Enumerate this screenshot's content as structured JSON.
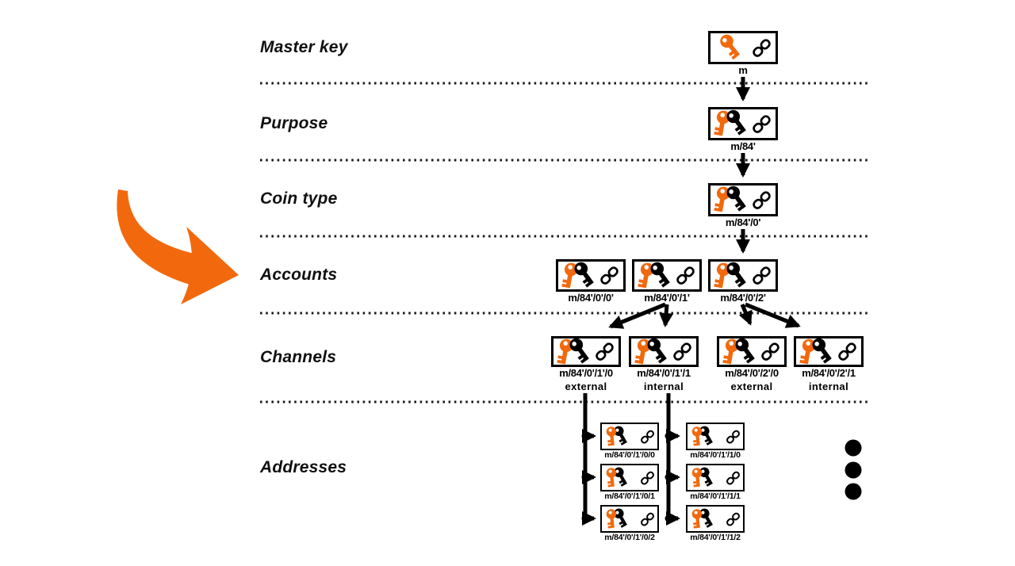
{
  "rows": [
    {
      "id": "master-key",
      "label": "Master key"
    },
    {
      "id": "purpose",
      "label": "Purpose"
    },
    {
      "id": "coin-type",
      "label": "Coin type"
    },
    {
      "id": "accounts",
      "label": "Accounts"
    },
    {
      "id": "channels",
      "label": "Channels"
    },
    {
      "id": "addresses",
      "label": "Addresses"
    }
  ],
  "nodes": [
    {
      "id": "m",
      "row": "master-key",
      "path": "m",
      "keys": "single"
    },
    {
      "id": "m-84",
      "row": "purpose",
      "path": "m/84'",
      "keys": "double"
    },
    {
      "id": "m-84-0",
      "row": "coin-type",
      "path": "m/84'/0'",
      "keys": "double"
    },
    {
      "id": "acct-0",
      "row": "accounts",
      "path": "m/84'/0'/0'",
      "keys": "double"
    },
    {
      "id": "acct-1",
      "row": "accounts",
      "path": "m/84'/0'/1'",
      "keys": "double"
    },
    {
      "id": "acct-2",
      "row": "accounts",
      "path": "m/84'/0'/2'",
      "keys": "double"
    },
    {
      "id": "chan-1-0",
      "row": "channels",
      "path": "m/84'/0'/1'/0",
      "sublabel": "external",
      "keys": "double"
    },
    {
      "id": "chan-1-1",
      "row": "channels",
      "path": "m/84'/0'/1'/1",
      "sublabel": "internal",
      "keys": "double"
    },
    {
      "id": "chan-2-0",
      "row": "channels",
      "path": "m/84'/0'/2'/0",
      "sublabel": "external",
      "keys": "double"
    },
    {
      "id": "chan-2-1",
      "row": "channels",
      "path": "m/84'/0'/2'/1",
      "sublabel": "internal",
      "keys": "double"
    },
    {
      "id": "addr-1-0-0",
      "row": "addresses",
      "path": "m/84'/0'/1'/0/0",
      "keys": "double-front"
    },
    {
      "id": "addr-1-0-1",
      "row": "addresses",
      "path": "m/84'/0'/1'/0/1",
      "keys": "double-front"
    },
    {
      "id": "addr-1-0-2",
      "row": "addresses",
      "path": "m/84'/0'/1'/0/2",
      "keys": "double-front"
    },
    {
      "id": "addr-1-1-0",
      "row": "addresses",
      "path": "m/84'/0'/1'/1/0",
      "keys": "double-front"
    },
    {
      "id": "addr-1-1-1",
      "row": "addresses",
      "path": "m/84'/0'/1'/1/1",
      "keys": "double-front"
    },
    {
      "id": "addr-1-1-2",
      "row": "addresses",
      "path": "m/84'/0'/1'/1/2",
      "keys": "double-front"
    }
  ],
  "icons": {
    "key": "key-icon",
    "double_key": "double-key-icon",
    "chain": "chain-link-icon",
    "pointer": "orange-curved-arrow",
    "ellipsis": "vertical-ellipsis-dots"
  },
  "colors": {
    "accent_orange": "#F2690D",
    "ink": "#000000",
    "background": "#FFFFFF"
  }
}
